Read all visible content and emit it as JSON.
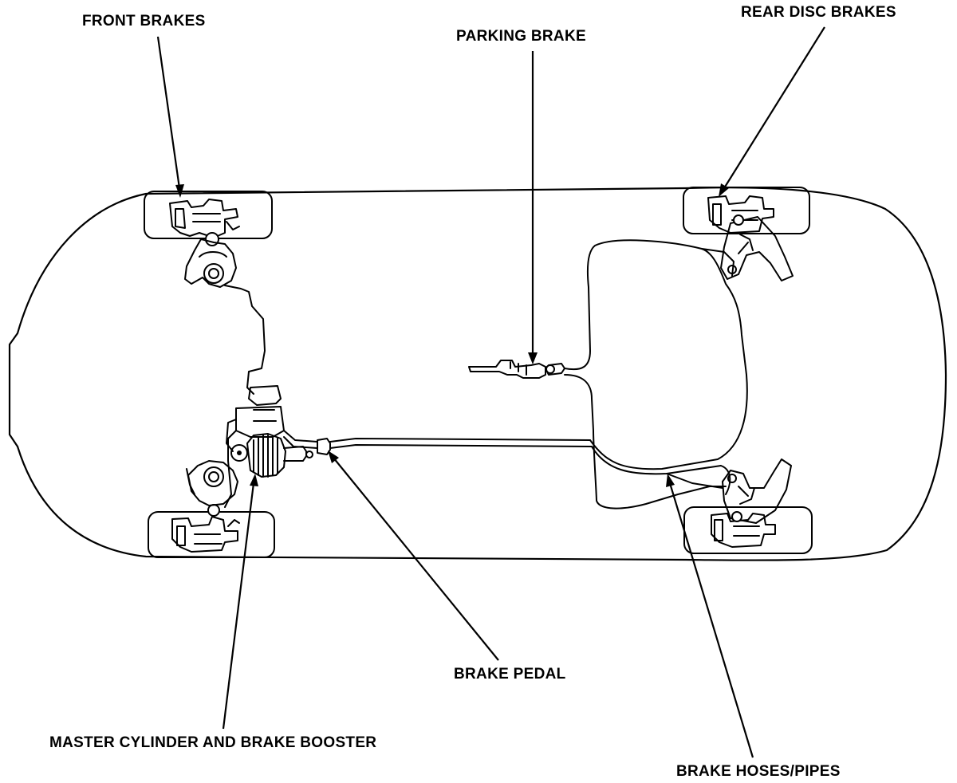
{
  "labels": {
    "front_brakes": "FRONT BRAKES",
    "rear_disc_brakes": "REAR DISC BRAKES",
    "parking_brake": "PARKING BRAKE",
    "brake_pedal": "BRAKE PEDAL",
    "master_cylinder": "MASTER CYLINDER AND BRAKE BOOSTER",
    "brake_hoses": "BRAKE HOSES/PIPES"
  }
}
